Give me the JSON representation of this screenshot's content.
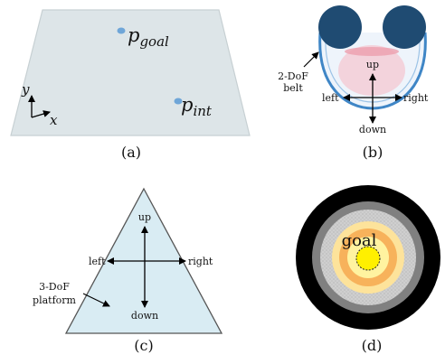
{
  "panels": {
    "a": {
      "caption": "(a)",
      "goal_point": {
        "base": "p",
        "sub": "goal"
      },
      "int_point": {
        "base": "p",
        "sub": "int"
      },
      "axis_y": "y",
      "axis_x": "x"
    },
    "b": {
      "caption": "(b)",
      "belt_label_line1": "2-DoF",
      "belt_label_line2": "belt",
      "up": "up",
      "down": "down",
      "left": "left",
      "right": "right"
    },
    "c": {
      "caption": "(c)",
      "platform_label_line1": "3-DoF",
      "platform_label_line2": "platform",
      "up": "up",
      "down": "down",
      "left": "left",
      "right": "right"
    },
    "d": {
      "caption": "(d)",
      "goal": "goal"
    }
  },
  "colors": {
    "plane_fill": "#dde5e8",
    "plane_stroke": "#c7d0d3",
    "point": "#6fa6d8",
    "wheel": "#1f4b72",
    "belt": "#3f86c6",
    "belt_fill": "#eef4fb",
    "pink": "#f4c8d1",
    "platform_fill": "#d9ecf3",
    "ring_black": "#000000",
    "ring_gray": "#808080",
    "ring_lightgray": "#c8c8c8",
    "ring_light_orange": "#fde39b",
    "ring_orange": "#f7b25b",
    "ring_yellow": "#fff3a0",
    "center_yellow": "#fff000"
  }
}
